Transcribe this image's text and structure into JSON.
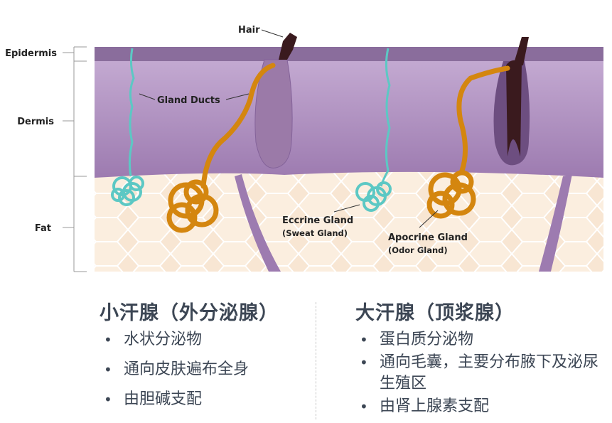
{
  "diagram": {
    "layers": {
      "epidermis": "Epidermis",
      "dermis": "Dermis",
      "fat": "Fat"
    },
    "callouts": {
      "hair": "Hair",
      "gland_ducts": "Gland Ducts",
      "eccrine_title": "Eccrine Gland",
      "eccrine_sub": "(Sweat Gland)",
      "apocrine_title": "Apocrine Gland",
      "apocrine_sub": "(Odor Gland)"
    },
    "colors": {
      "epidermis": "#8a6d9c",
      "dermis": "#a98bbb",
      "fat": "#f6e3cf",
      "eccrine": "#5cc8c4",
      "apocrine": "#d4860f",
      "hair": "#3a1a1e"
    }
  },
  "eccrine_column": {
    "title": "小汗腺（外分泌腺）",
    "items": [
      "水状分泌物",
      "通向皮肤遍布全身",
      "由胆碱支配"
    ]
  },
  "apocrine_column": {
    "title": "大汗腺（顶浆腺）",
    "items": [
      "蛋白质分泌物",
      "通向毛囊，主要分布腋下及泌尿生殖区",
      "由肾上腺素支配"
    ]
  }
}
